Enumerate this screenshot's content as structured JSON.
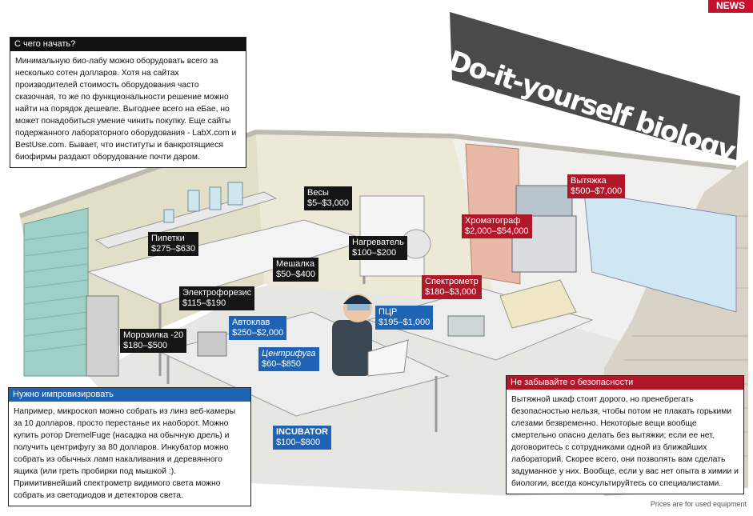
{
  "corner_label": "NEWS",
  "banner": {
    "title": "Do-it-yourself biology"
  },
  "intro": {
    "heading": "С чего начать?",
    "body": "Минимальную био-лабу можно оборудовать всего за несколько сотен долларов. Хотя на сайтах производителей стоимость оборудования часто сказочная, то же по функциональности решение можно найти на порядок дешевле. Выгоднее всего на eБае, но может понадобиться умение чинить покупку. Еще сайты подержанного лабораторного оборудования - LabX.com и BestUse.com. Бывает, что институты и банкротящиеся биофирмы раздают оборудование почти даром."
  },
  "improvise": {
    "heading": "Нужно импровизировать",
    "body": "Например, микроскоп можно собрать из линз веб-камеры за 10 долларов, просто перестанье их наоборот. Можно купить ротор DremelFuge (насадка на обычную дрель) и получить центрифугу за 80 долларов. Инкубатор можно собрать из обычных ламп накаливания и деревянного ящика (или греть пробирки под мышкой :). Примитивнейший спектрометр видимого света можно собрать из светодиодов и детекторов света."
  },
  "safety": {
    "heading": "Не забывайте о безопасности",
    "body": "Вытяжной шкаф стоит дорого, но пренебрегать безопасностью нельзя, чтобы потом не плакать горькими слезами безвременно. Некоторые вещи вообще смертельно опасно делать без вытяжки; если ее нет, договоритесь с сотрудниками одной из ближайших лабораторий. Скорее всего, они позволять вам сделать задуманное у них. Вообще, если у вас нет опыта в химии и биологии, всегда консультируйтесь со специалистами."
  },
  "labels": {
    "scales": {
      "name": "Весы",
      "price": "$5–$3,000"
    },
    "pipettes": {
      "name": "Пипетки",
      "price": "$275–$630"
    },
    "heater": {
      "name": "Нагреватель",
      "price": "$100–$200"
    },
    "stirrer": {
      "name": "Мешалка",
      "price": "$50–$400"
    },
    "electro": {
      "name": "Электрофорезис",
      "price": "$115–$190"
    },
    "autoclave": {
      "name": "Автоклав",
      "price": "$250–$2,000"
    },
    "freezer": {
      "name": "Морозилка -20",
      "price": "$180–$500"
    },
    "centrifuge": {
      "name": "Центрифуга",
      "price": "$60–$850"
    },
    "pcr": {
      "name": "ПЦР",
      "price": "$195–$1,000"
    },
    "incubator": {
      "name": "INCUBATOR",
      "price": "$100–$800"
    },
    "hood": {
      "name": "Вытяжка",
      "price": "$500–$7,000"
    },
    "chromatograph": {
      "name": "Хроматограф",
      "price": "$2,000–$54,000"
    },
    "spectrometer": {
      "name": "Спектрометр",
      "price": "$180–$3,000"
    }
  },
  "footnote": "Prices are for used equipment",
  "colors": {
    "blue": "#1f64b4",
    "red": "#b0182a",
    "black": "#151515"
  }
}
